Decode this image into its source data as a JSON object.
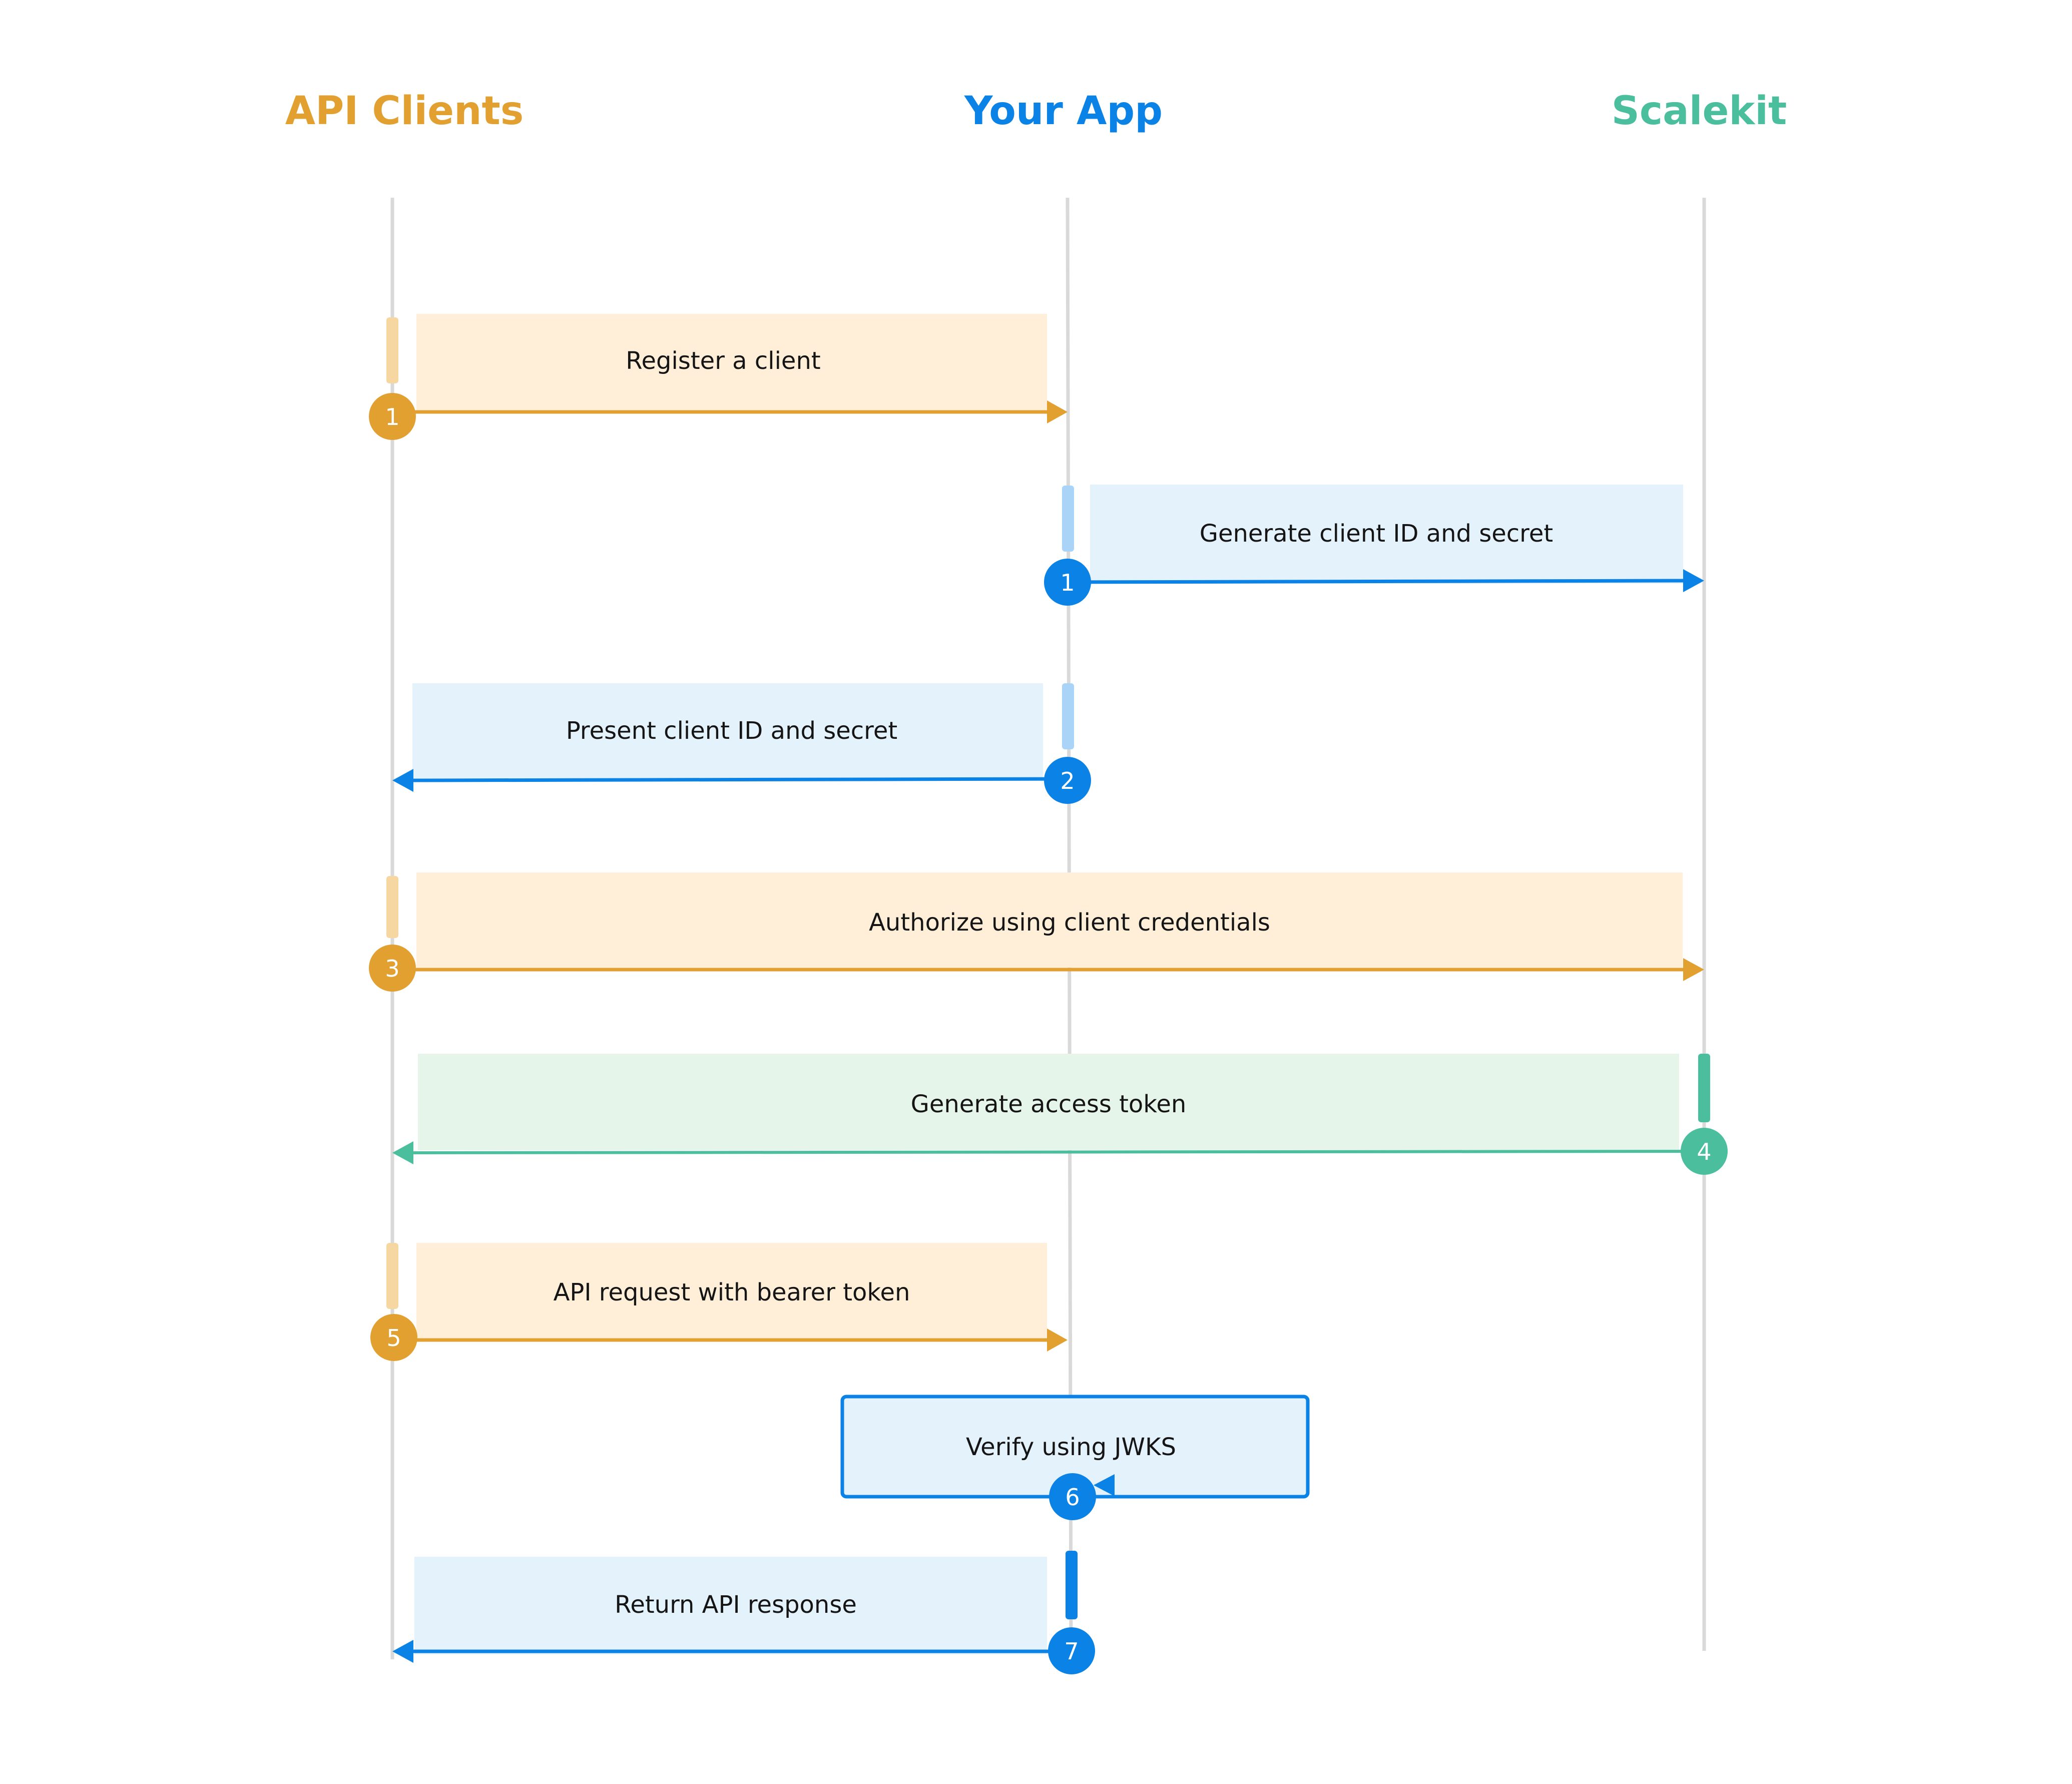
{
  "colors": {
    "api_clients": "#E2A030",
    "your_app": "#0A82E6",
    "scalekit": "#4BBE9E",
    "lifeline": "#D9D9D9",
    "note_orange": "#FFEFD8",
    "note_blue": "#E4F2FC",
    "note_green": "#E6F5EA",
    "activation_orange": "#F6D7A2",
    "activation_blue": "#A9D3F7"
  },
  "actors": {
    "api_clients": "API Clients",
    "your_app": "Your App",
    "scalekit": "Scalekit"
  },
  "steps": [
    {
      "number": "1",
      "label": "Register a client",
      "from": "api_clients",
      "to": "your_app",
      "color": "orange"
    },
    {
      "number": "1",
      "label": "Generate client ID and secret",
      "from": "your_app",
      "to": "scalekit",
      "color": "blue"
    },
    {
      "number": "2",
      "label": "Present client ID and secret",
      "from": "your_app",
      "to": "api_clients",
      "color": "blue"
    },
    {
      "number": "3",
      "label": "Authorize using client credentials",
      "from": "api_clients",
      "to": "scalekit",
      "color": "orange"
    },
    {
      "number": "4",
      "label": "Generate access token",
      "from": "scalekit",
      "to": "api_clients",
      "color": "green"
    },
    {
      "number": "5",
      "label": "API request with bearer token",
      "from": "api_clients",
      "to": "your_app",
      "color": "orange"
    },
    {
      "number": "6",
      "label": "Verify using JWKS",
      "from": "your_app",
      "to": "your_app",
      "color": "blue"
    },
    {
      "number": "7",
      "label": "Return API response",
      "from": "your_app",
      "to": "api_clients",
      "color": "blue"
    }
  ]
}
